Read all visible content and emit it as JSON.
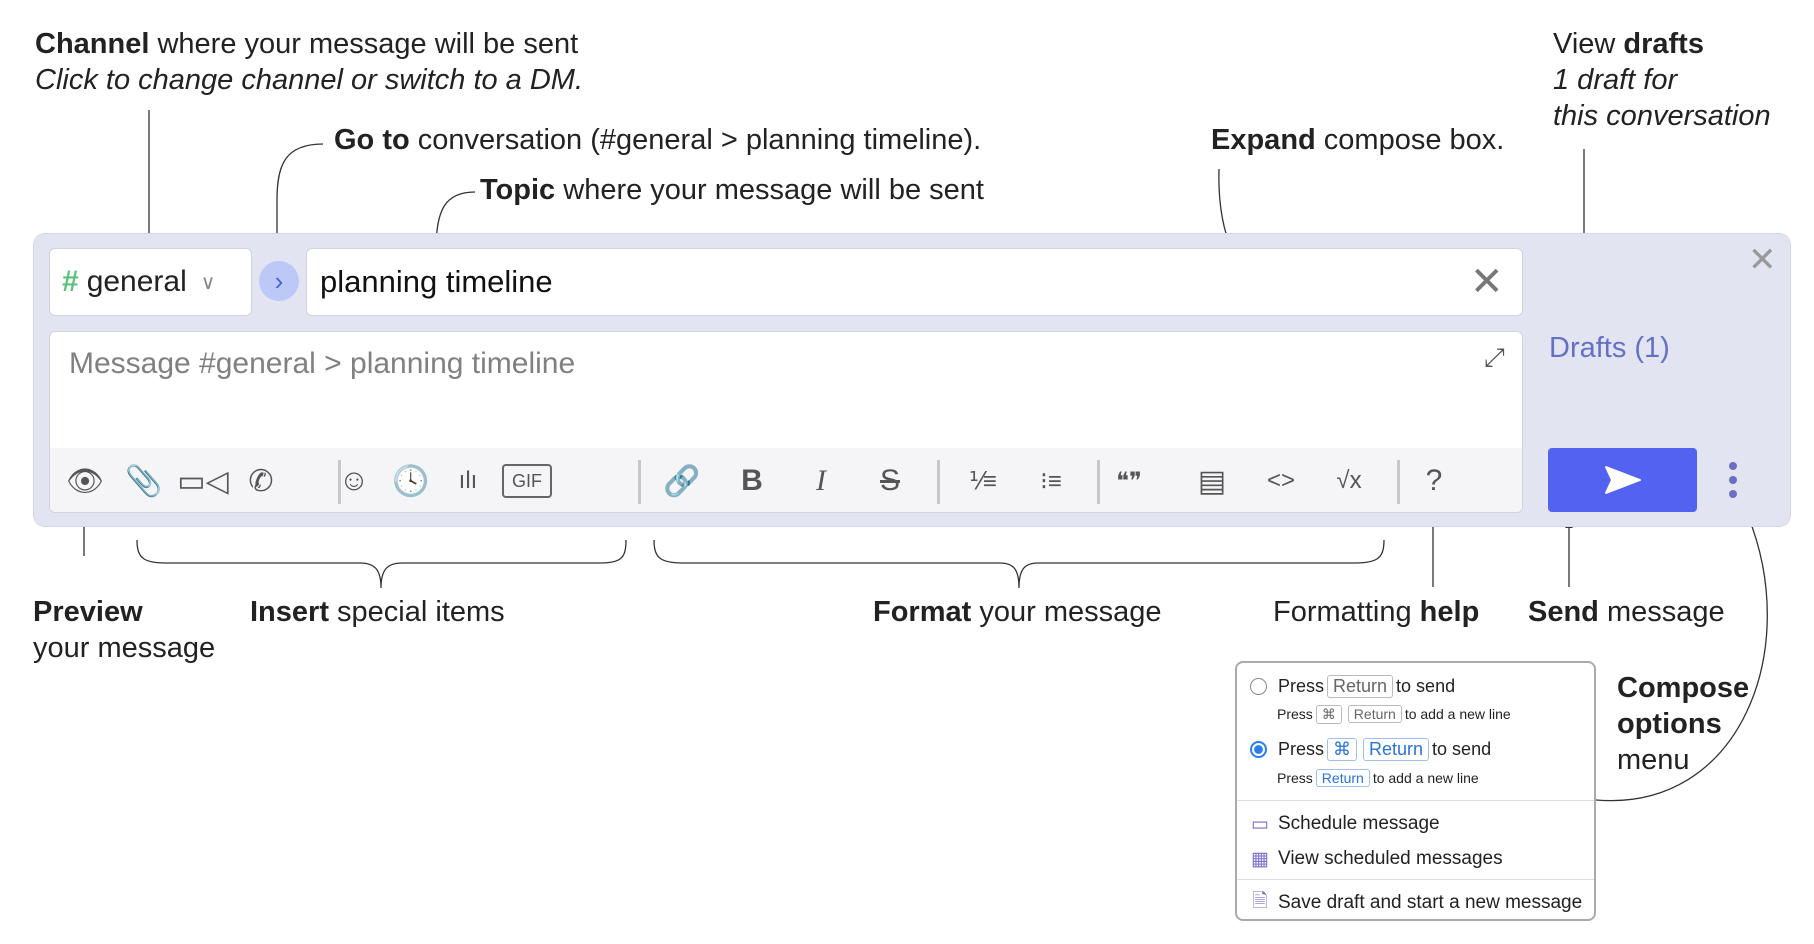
{
  "annotations": {
    "channel": {
      "bold": "Channel",
      "rest": " where your message will be sent",
      "sub": "Click to change channel or switch to a DM."
    },
    "goto": {
      "bold": "Go to",
      "rest": " conversation (#general > planning timeline)."
    },
    "topic": {
      "bold": "Topic",
      "rest": " where your message will be sent"
    },
    "expand": {
      "bold": "Expand",
      "rest": " compose box."
    },
    "drafts": {
      "pre": "View ",
      "bold": "drafts",
      "sub1": "1 draft for",
      "sub2": "this conversation"
    },
    "preview": {
      "bold": "Preview",
      "sub": "your message"
    },
    "insert": {
      "bold": "Insert",
      "rest": " special items"
    },
    "format": {
      "bold": "Format",
      "rest": " your message"
    },
    "help": {
      "pre": "Formatting ",
      "bold": "help"
    },
    "send": {
      "bold": "Send",
      "rest": " message"
    },
    "options": {
      "l1": "Compose",
      "l2": "options",
      "l3": "menu"
    }
  },
  "compose": {
    "channel": "general",
    "topic": "planning timeline",
    "placeholder": "Message #general > planning timeline",
    "drafts_label": "Drafts (1)",
    "toolbar": [
      {
        "icon": "eye-icon",
        "glyph": "👁"
      },
      {
        "icon": "paperclip-icon",
        "glyph": "📎"
      },
      {
        "icon": "video-camera-icon",
        "glyph": "▭◁"
      },
      {
        "icon": "phone-icon",
        "glyph": "✆"
      },
      {
        "icon": "smiley-icon",
        "glyph": "☺"
      },
      {
        "icon": "clock-icon",
        "glyph": "🕓"
      },
      {
        "icon": "poll-icon",
        "glyph": "ılı"
      },
      {
        "icon": "gif-icon",
        "glyph": "GIF"
      },
      {
        "icon": "link-icon",
        "glyph": "🔗"
      },
      {
        "icon": "bold-icon",
        "glyph": "B"
      },
      {
        "icon": "italic-icon",
        "glyph": "I"
      },
      {
        "icon": "strikethrough-icon",
        "glyph": "S"
      },
      {
        "icon": "numbered-list-icon",
        "glyph": "⅟≡"
      },
      {
        "icon": "bullet-list-icon",
        "glyph": "⁝≡"
      },
      {
        "icon": "quote-icon",
        "glyph": "❝❞"
      },
      {
        "icon": "spoiler-icon",
        "glyph": "▤"
      },
      {
        "icon": "code-icon",
        "glyph": "<>"
      },
      {
        "icon": "math-icon",
        "glyph": "√x"
      },
      {
        "icon": "help-icon",
        "glyph": "?"
      }
    ]
  },
  "menu": {
    "opt1": {
      "press": "Press",
      "key": "Return",
      "tail": "to send",
      "sub_press": "Press",
      "sub_k1": "⌘",
      "sub_k2": "Return",
      "sub_tail": "to add a new line",
      "selected": false
    },
    "opt2": {
      "press": "Press",
      "k1": "⌘",
      "key": "Return",
      "tail": "to send",
      "sub_press": "Press",
      "sub_k1": "Return",
      "sub_tail": "to add a new line",
      "selected": true
    },
    "items": [
      "Schedule message",
      "View scheduled messages",
      "Save draft and start a new message"
    ]
  },
  "colors": {
    "accent": "#5362f0",
    "hash": "#5bc27d",
    "drafts": "#6470c4",
    "compose_bg": "#e2e5f1"
  }
}
